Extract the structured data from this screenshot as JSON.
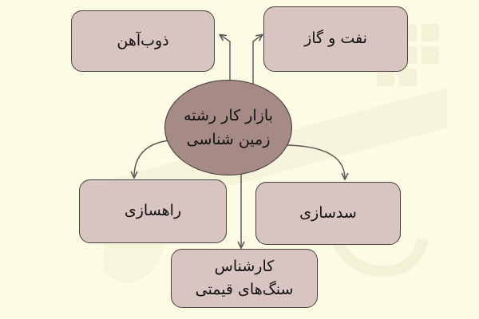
{
  "diagram": {
    "center": {
      "line1": "بازار کار رشته",
      "line2": "زمین شناسی"
    },
    "nodes": {
      "metallurgy": "ذوب‌آهن",
      "oil_gas": "نفت و گاز",
      "road": "راهسازی",
      "dam": "سدسازی",
      "gem_expert_line1": "کارشناس",
      "gem_expert_line2": "سنگ‌های قیمتی"
    }
  },
  "colors": {
    "background": "#fcfbe4",
    "box_fill": "#d8c4c0",
    "center_fill": "#a58a86",
    "stroke": "#4a4040",
    "watermark": "#f2f0d4"
  }
}
